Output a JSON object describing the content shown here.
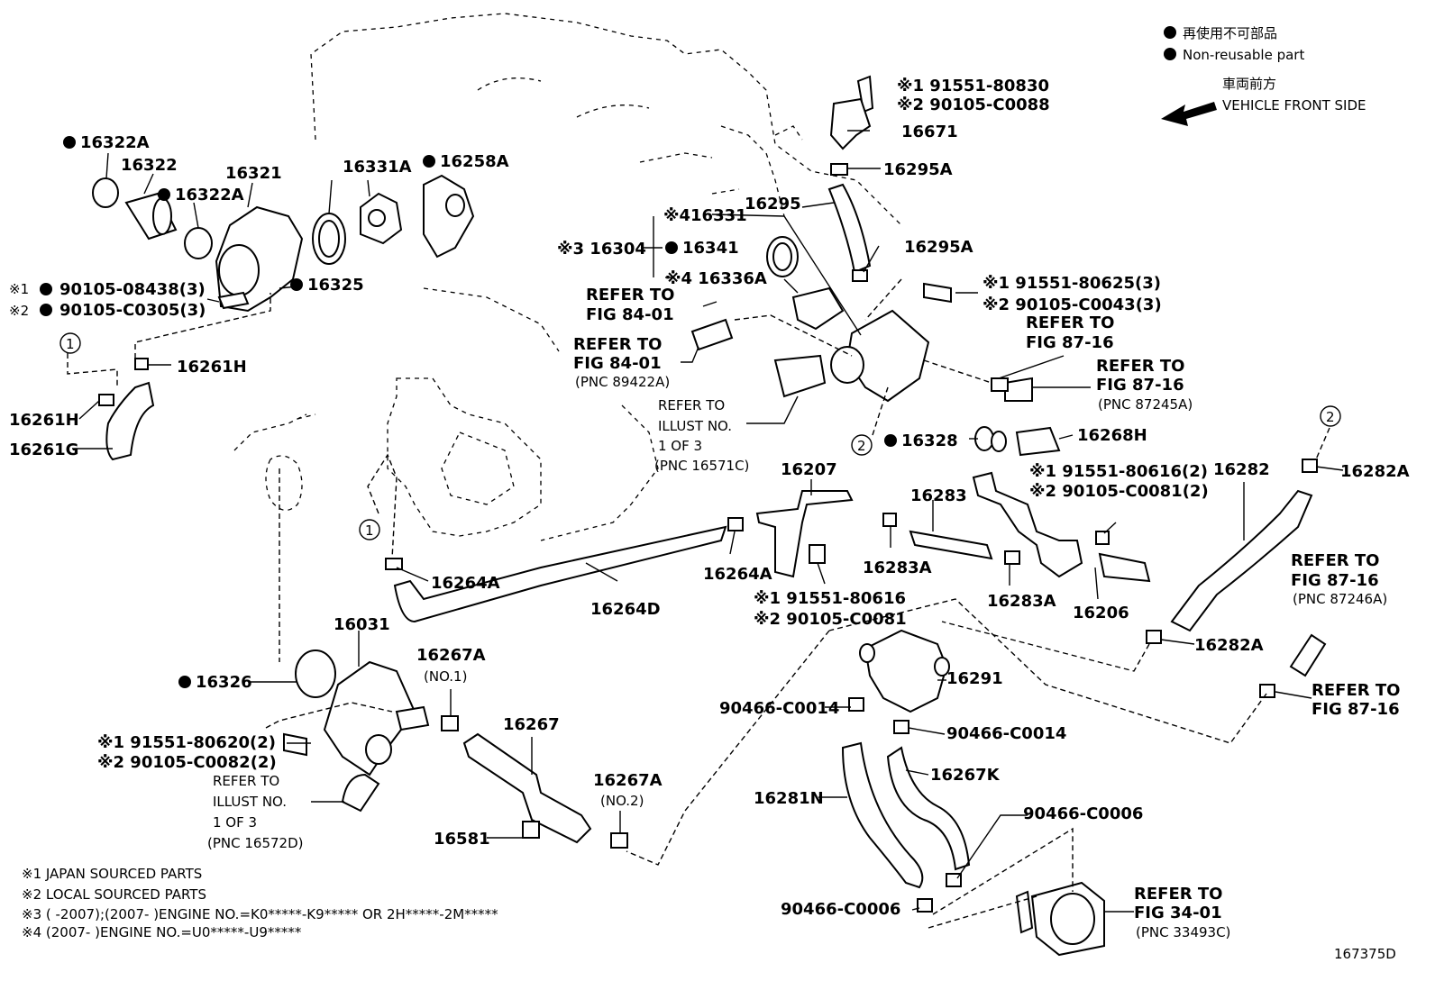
{
  "legend": {
    "non_reusable_jp": "再使用不可部品",
    "non_reusable_en": "Non-reusable part",
    "front_jp": "車両前方",
    "front_en": "VEHICLE FRONT SIDE"
  },
  "labels": {
    "p16322A_a": "16322A",
    "p16322": "16322",
    "p16322A_b": "16322A",
    "p16321": "16321",
    "p16331A": "16331A",
    "p16258A": "16258A",
    "p16325": "16325",
    "b1a": "※1",
    "b1a_n": "90105-08438(3)",
    "b2a": "※2",
    "b2a_n": "90105-C0305(3)",
    "p16261H_a": "16261H",
    "p16261H_b": "16261H",
    "p16261G": "16261G",
    "c1a": "1",
    "c1b": "1",
    "c2a": "2",
    "c2b": "2",
    "b1b": "※1 91551-80830",
    "b2b": "※2 90105-C0088",
    "p16671": "16671",
    "p16295A_a": "16295A",
    "p16295": "16295",
    "p16295A_b": "16295A",
    "p16331": "※416331",
    "p16304": "※3 16304",
    "p16341": "16341",
    "p16336A": "※4 16336A",
    "ref8401a_1": "REFER TO",
    "ref8401a_2": "FIG 84-01",
    "ref8401b_1": "REFER TO",
    "ref8401b_2": "FIG 84-01",
    "ref8401b_3": "(PNC 89422A)",
    "b1c": "※1 91551-80625(3)",
    "b2c": "※2 90105-C0043(3)",
    "ref8716a_1": "REFER TO",
    "ref8716a_2": "FIG 87-16",
    "ref8716b_1": "REFER TO",
    "ref8716b_2": "FIG 87-16",
    "ref8716b_3": "(PNC 87245A)",
    "illA_1": "REFER TO",
    "illA_2": "ILLUST NO.",
    "illA_3": "1 OF 3",
    "illA_4": "(PNC 16571C)",
    "p16328": "16328",
    "p16268H": "16268H",
    "p16207": "16207",
    "p16283": "16283",
    "b1d": "※1 91551-80616(2)",
    "b2d": "※2 90105-C0081(2)",
    "p16282": "16282",
    "p16282A_a": "16282A",
    "p16264A_a": "16264A",
    "p16264A_b": "16264A",
    "p16264D": "16264D",
    "p16283A_a": "16283A",
    "p16283A_b": "16283A",
    "p16206": "16206",
    "b1e": "※1 91551-80616",
    "b2e": "※2 90105-C0081",
    "ref8716c_1": "REFER TO",
    "ref8716c_2": "FIG 87-16",
    "ref8716c_3": "(PNC 87246A)",
    "p16282A_b": "16282A",
    "p16031": "16031",
    "p16267A_a": "16267A",
    "no1": "(NO.1)",
    "p16326": "16326",
    "p16291": "16291",
    "c14a": "90466-C0014",
    "c14b": "90466-C0014",
    "ref8716d_1": "REFER TO",
    "ref8716d_2": "FIG 87-16",
    "b1f": "※1 91551-80620(2)",
    "b2f": "※2 90105-C0082(2)",
    "p16267": "16267",
    "illB_1": "REFER TO",
    "illB_2": "ILLUST NO.",
    "illB_3": "1 OF 3",
    "illB_4": "(PNC 16572D)",
    "p16267A_b": "16267A",
    "no2": "(NO.2)",
    "p16267K": "16267K",
    "p16281N": "16281N",
    "c06a": "90466-C0006",
    "c06b": "90466-C0006",
    "p16581": "16581",
    "ref3401_1": "REFER TO",
    "ref3401_2": "FIG 34-01",
    "ref3401_3": "(PNC 33493C)"
  },
  "notes": {
    "n1": "※1 JAPAN SOURCED PARTS",
    "n2": "※2 LOCAL SOURCED PARTS",
    "n3": "※3 (      -2007);(2007-      )ENGINE NO.=K0*****-K9***** OR 2H*****-2M*****",
    "n4": "※4 (2007-      )ENGINE NO.=U0*****-U9*****"
  },
  "diagram_code": "167375D"
}
